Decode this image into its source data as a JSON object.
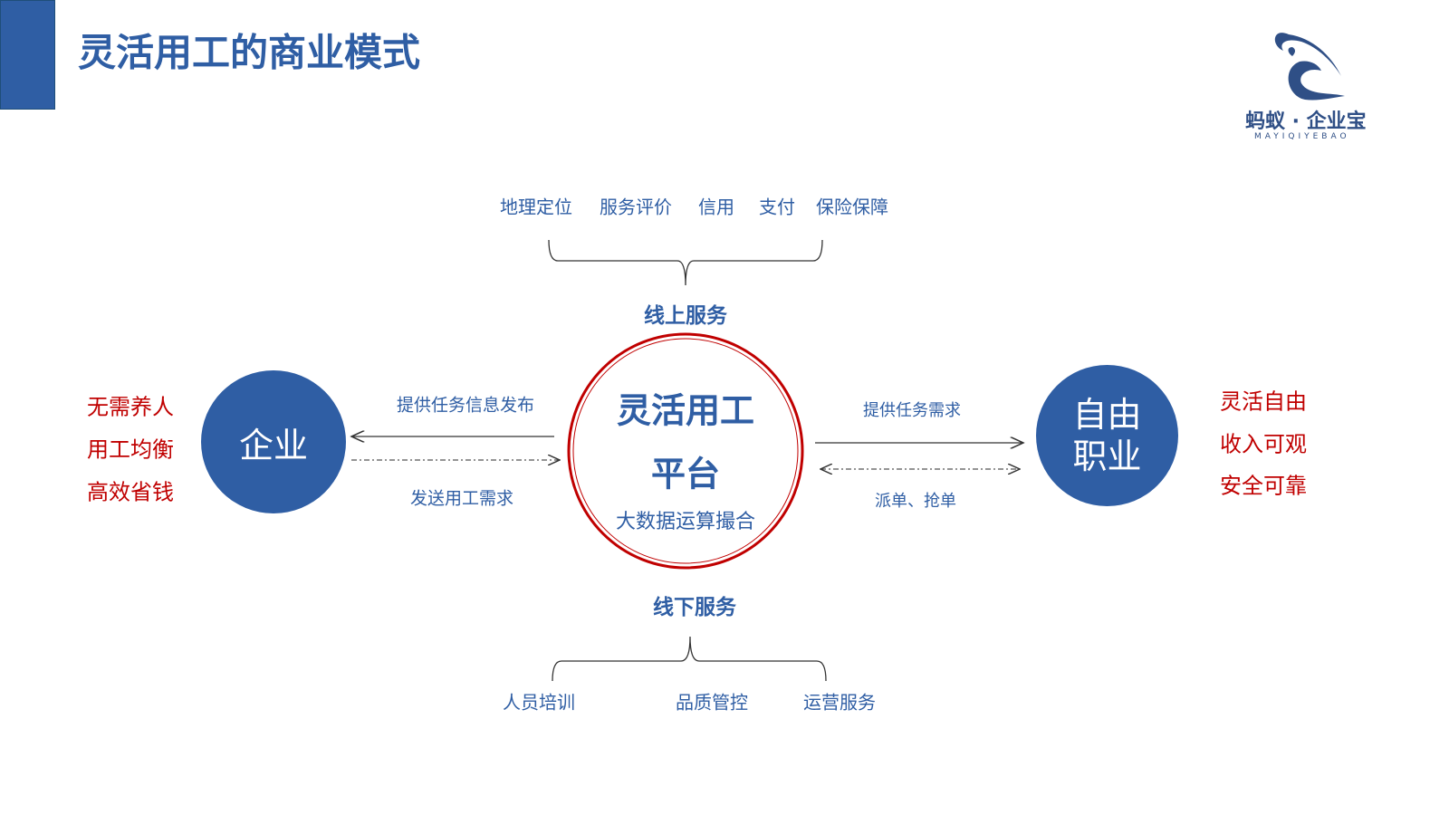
{
  "title": "灵活用工的商业模式",
  "logo": {
    "name": "蚂蚁 · 企业宝",
    "pinyin": "MAYIQIYEBAO"
  },
  "online_service": {
    "label": "线上服务",
    "items": [
      "地理定位",
      "服务评价",
      "信用",
      "支付",
      "保险保障"
    ]
  },
  "offline_service": {
    "label": "线下服务",
    "items": [
      "人员培训",
      "品质管控",
      "运营服务"
    ]
  },
  "platform": {
    "line1": "灵活用工",
    "line2": "平台",
    "subtitle": "大数据运算撮合"
  },
  "enterprise": {
    "label": "企业",
    "benefits": [
      "无需养人",
      "用工均衡",
      "高效省钱"
    ]
  },
  "freelancer": {
    "line1": "自由",
    "line2": "职业",
    "benefits": [
      "灵活自由",
      "收入可观",
      "安全可靠"
    ]
  },
  "flows": {
    "platform_to_enterprise": "提供任务信息发布",
    "enterprise_to_platform": "发送用工需求",
    "platform_to_freelancer": "提供任务需求",
    "freelancer_platform": "派单、抢单"
  },
  "colors": {
    "blue": "#2f5ea4",
    "red": "#c00000"
  }
}
